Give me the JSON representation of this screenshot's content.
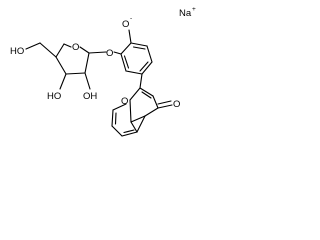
{
  "molecule": {
    "counter_ion": {
      "symbol": "Na",
      "charge": "+"
    },
    "atom_labels": {
      "O_phenolate": "O",
      "phenolate_charge": "-",
      "O_glycosidic": "O",
      "O_furanose_ring": "O",
      "HO_primary": "HO",
      "HO_C3": "HO",
      "OH_C2": "OH",
      "O_pyranone_ring": "O",
      "O_ketone": "O"
    }
  }
}
